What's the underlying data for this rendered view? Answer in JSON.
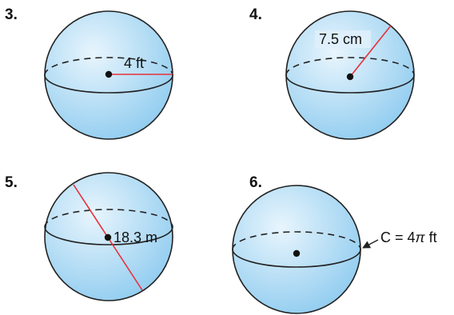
{
  "colors": {
    "sphere_fill_light": "#e8f5fd",
    "sphere_fill_dark": "#8ecbef",
    "outline": "#222222",
    "segment": "#e8303a",
    "dot": "#111111"
  },
  "problems": [
    {
      "number": "3.",
      "measure_label": "4 ft",
      "measure_kind": "radius"
    },
    {
      "number": "4.",
      "measure_label": "7.5 cm",
      "measure_kind": "radius"
    },
    {
      "number": "5.",
      "measure_label": "18.3 m",
      "measure_kind": "diameter"
    },
    {
      "number": "6.",
      "measure_prefix": "C = 4",
      "measure_symbol": "π",
      "measure_suffix": " ft",
      "measure_kind": "circumference",
      "pointer_icon": "arrow-icon"
    }
  ]
}
